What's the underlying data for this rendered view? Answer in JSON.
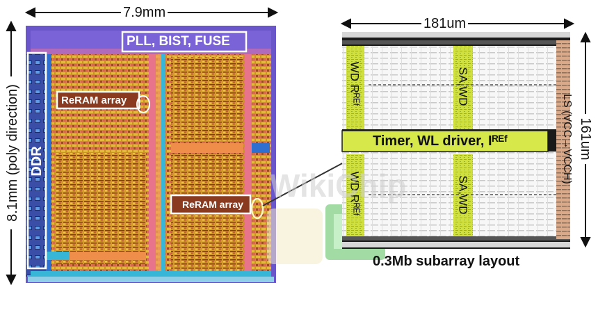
{
  "die": {
    "width_label": "7.9mm",
    "height_label": "8.1mm (poly direction)",
    "pll_label": "PLL, BIST, FUSE",
    "ddr_label": "DDR",
    "reram_label_1": "ReRAM array",
    "reram_label_2": "ReRAM array"
  },
  "subarray": {
    "width_label": "181um",
    "height_label": "161um",
    "wd_ref_top": "WD Rᴿᴱᶠ",
    "wd_ref_bottom": "WD Rᴿᴱᶠ",
    "sa_wd_top": "SA,WD",
    "sa_wd_bottom": "SA,WD",
    "timer_label": "Timer, WL driver, Iᴿᴱᶠ",
    "ls_label": "LS (VCC→VCCH)",
    "caption": "0.3Mb subarray layout"
  },
  "watermark": "WikiChip",
  "colors": {
    "die_bg": "#c9a43a",
    "die_border": "#6a55c9",
    "pll_bg": "#7a63d6",
    "ddr_bg": "#2f6fd0",
    "cyan": "#38b6d8",
    "pink": "#e8748c",
    "sub_yellow": "#d6e84a",
    "sub_frame": "#1a1a1a",
    "ls_bg": "#d9a98a"
  }
}
